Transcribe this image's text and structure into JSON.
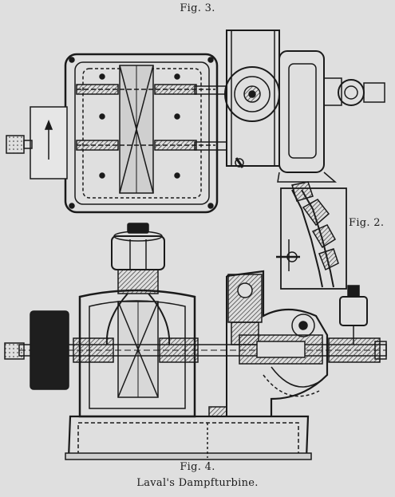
{
  "figures": {
    "fig3": {
      "label": "Fig. 3."
    },
    "fig2": {
      "label": "Fig. 2."
    },
    "fig4": {
      "label": "Fig. 4."
    }
  },
  "caption": "Laval's Dampfturbine.",
  "colors": {
    "paper": "#dfdfdf",
    "ink": "#1a1a1a",
    "hatch": "#2a2a2a"
  }
}
